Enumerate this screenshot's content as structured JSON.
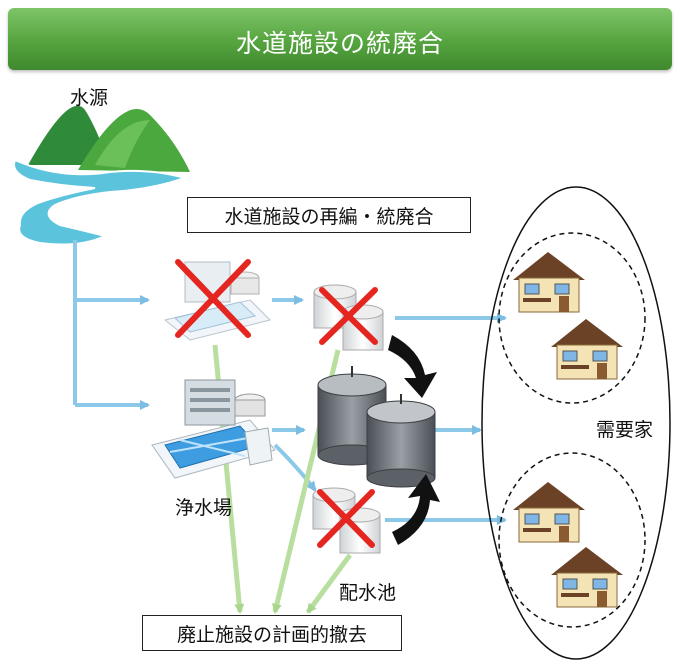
{
  "header": {
    "title": "水道施設の統廃合"
  },
  "labels": {
    "water_source": "水源",
    "reorganization": "水道施設の再編・統廃合",
    "purification_plant": "浄水場",
    "distribution_reservoir": "配水池",
    "consumers": "需要家",
    "planned_removal": "廃止施設の計画的撤去"
  },
  "colors": {
    "header_green": "#55a43f",
    "flow_blue": "#8cc8e8",
    "removal_green": "#b9dfa0",
    "cross_red": "#e52620",
    "river_blue": "#5cc3dd"
  }
}
